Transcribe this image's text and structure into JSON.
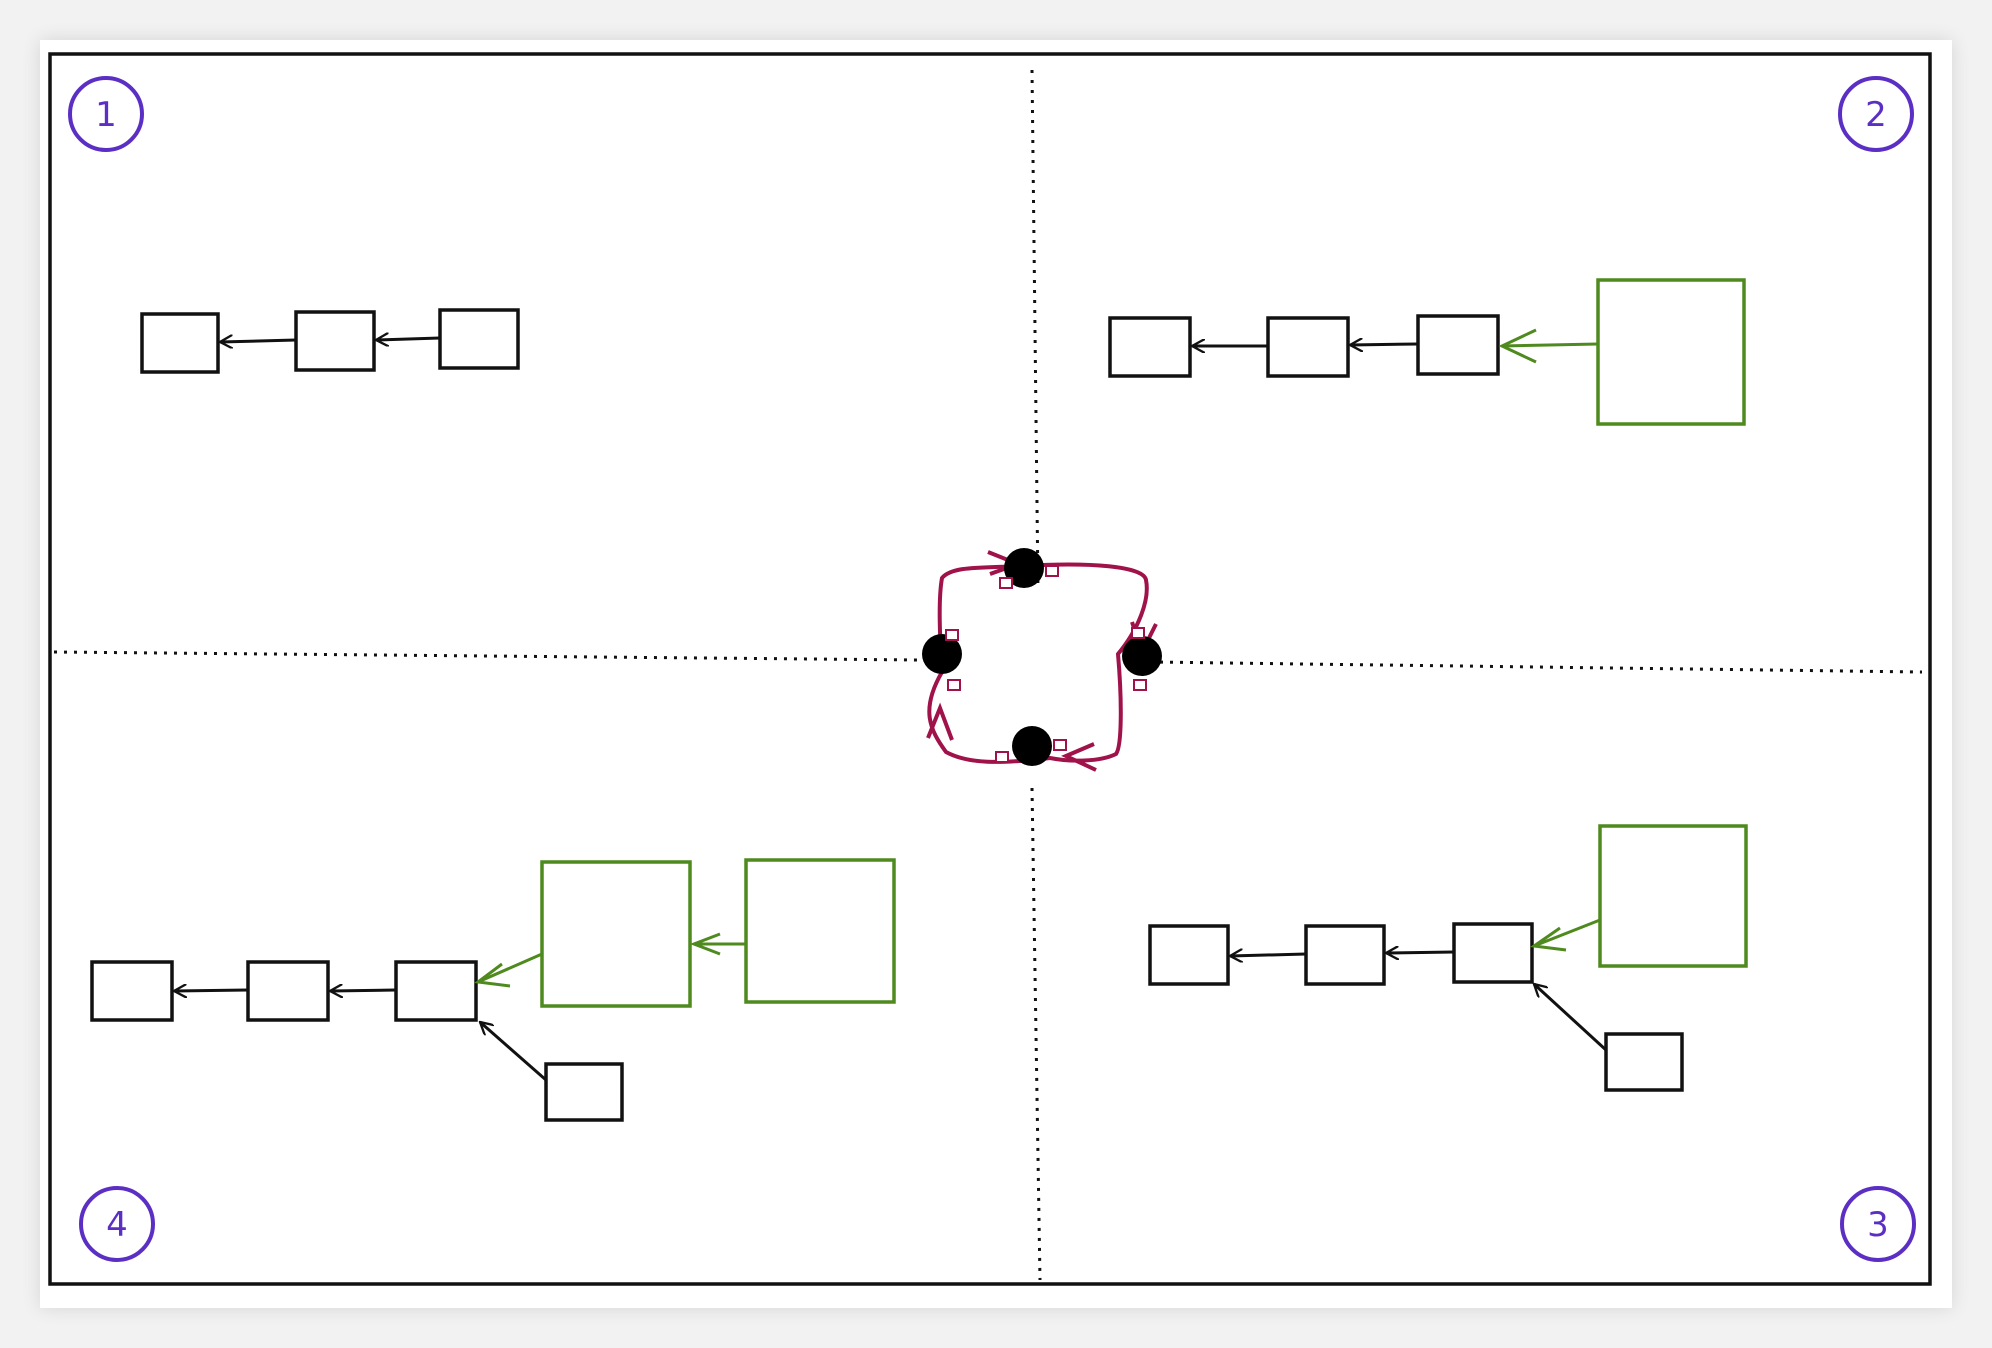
{
  "colors": {
    "frame": "#111111",
    "block": "#111111",
    "fork_block": "#4f8a1e",
    "quadrant_label": "#5b2fc4",
    "cycle": "#a0124a",
    "node": "#000000",
    "divider": "#111111"
  },
  "quadrants": [
    {
      "id": "q1",
      "label": "1",
      "main_chain_blocks": 3,
      "fork_blocks": 0,
      "side_blocks": 0
    },
    {
      "id": "q2",
      "label": "2",
      "main_chain_blocks": 3,
      "fork_blocks": 1,
      "side_blocks": 0
    },
    {
      "id": "q3",
      "label": "3",
      "main_chain_blocks": 3,
      "fork_blocks": 1,
      "side_blocks": 1
    },
    {
      "id": "q4",
      "label": "4",
      "main_chain_blocks": 3,
      "fork_blocks": 2,
      "side_blocks": 1
    }
  ],
  "center_cycle": {
    "nodes": 4,
    "direction": "clockwise"
  }
}
